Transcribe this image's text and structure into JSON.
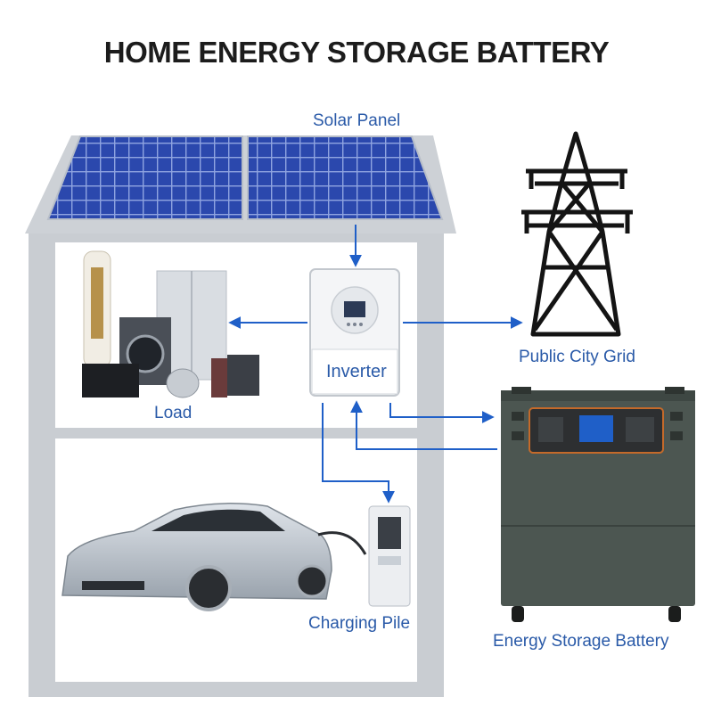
{
  "title": "HOME ENERGY STORAGE BATTERY",
  "labels": {
    "solar_panel": "Solar Panel",
    "inverter": "Inverter",
    "load": "Load",
    "public_grid": "Public City Grid",
    "charging_pile": "Charging Pile",
    "battery": "Energy Storage Battery"
  },
  "colors": {
    "arrow": "#1f5fc8",
    "label": "#2a5aa8",
    "house_frame": "#c9cdd2",
    "panel_blue": "#2946a8",
    "battery_body": "#4c5651"
  },
  "flows": [
    {
      "from": "Solar Panel",
      "to": "Inverter"
    },
    {
      "from": "Inverter",
      "to": "Load"
    },
    {
      "from": "Inverter",
      "to": "Public City Grid"
    },
    {
      "from": "Inverter",
      "to": "Energy Storage Battery"
    },
    {
      "from": "Energy Storage Battery",
      "to": "Inverter"
    },
    {
      "from": "Inverter",
      "to": "Charging Pile"
    }
  ]
}
